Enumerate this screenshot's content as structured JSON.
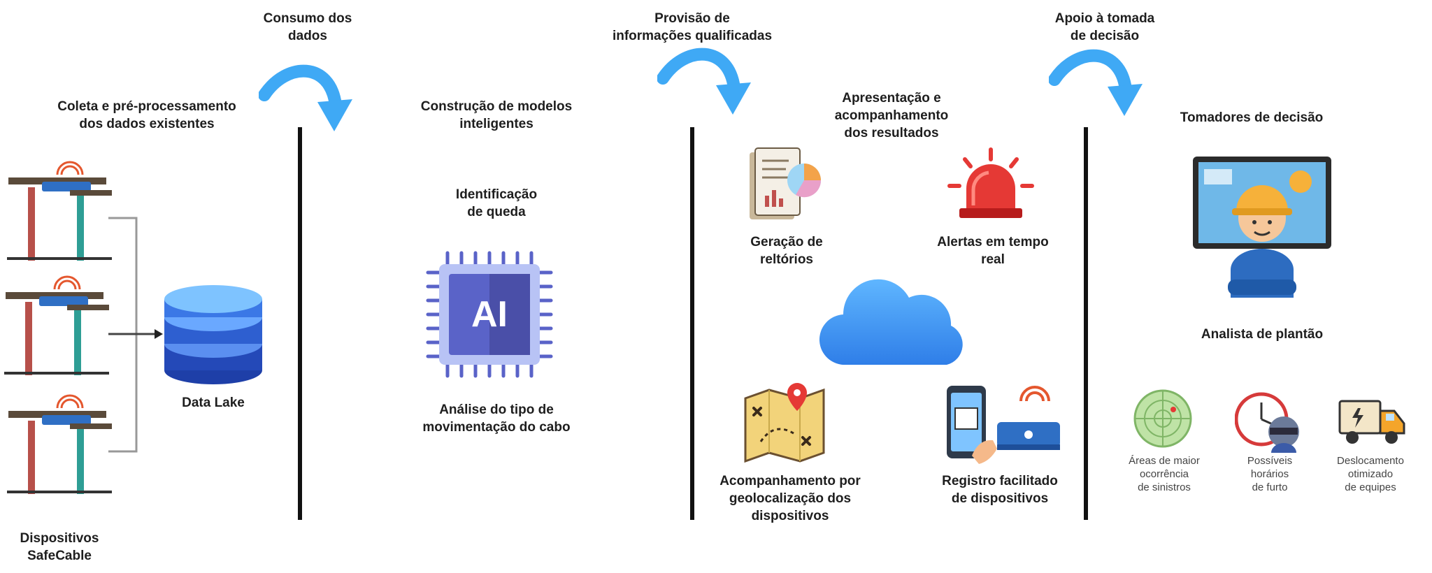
{
  "stages": {
    "collect": {
      "title_1": "Coleta e pré-processamento",
      "title_2": "dos dados existentes",
      "devices_1": "Dispositivos",
      "devices_2": "SafeCable",
      "data_lake": "Data Lake"
    },
    "models": {
      "title_1": "Construção de modelos",
      "title_2": "inteligentes",
      "fall_1": "Identificação",
      "fall_2": "de queda",
      "chip_text": "AI",
      "motion_1": "Análise do tipo de",
      "motion_2": "movimentação do cabo"
    },
    "presentation": {
      "title_1": "Apresentação e",
      "title_2": "acompanhamento",
      "title_3": "dos resultados",
      "reports_1": "Geração de",
      "reports_2": "reltórios",
      "alerts_1": "Alertas em tempo",
      "alerts_2": "real",
      "geo_1": "Acompanhamento por",
      "geo_2": "geolocalização dos",
      "geo_3": "dispositivos",
      "register_1": "Registro facilitado",
      "register_2": "de dispositivos"
    },
    "decision": {
      "title": "Tomadores de decisão",
      "analyst": "Analista de plantão",
      "areas_1": "Áreas de maior",
      "areas_2": "ocorrência",
      "areas_3": "de sinistros",
      "hours_1": "Possíveis",
      "hours_2": "horários",
      "hours_3": "de furto",
      "teams_1": "Deslocamento",
      "teams_2": "otimizado",
      "teams_3": "de equipes"
    }
  },
  "transitions": {
    "consumption_1": "Consumo dos",
    "consumption_2": "dados",
    "provision_1": "Provisão de",
    "provision_2": "informações qualificadas",
    "support_1": "Apoio à tomada",
    "support_2": "de decisão"
  },
  "colors": {
    "arrow": "#3fa9f5",
    "divider": "#111111",
    "cloud": "#3b8ff0",
    "chip": "#5a63c8",
    "alert": "#e53935"
  },
  "icons": [
    "transmission-tower-icon",
    "database-icon",
    "ai-chip-icon",
    "report-chart-icon",
    "siren-icon",
    "cloud-icon",
    "map-pin-icon",
    "phone-device-icon",
    "analyst-worker-icon",
    "radar-icon",
    "thief-clock-icon",
    "truck-icon",
    "curved-arrow-icon"
  ]
}
